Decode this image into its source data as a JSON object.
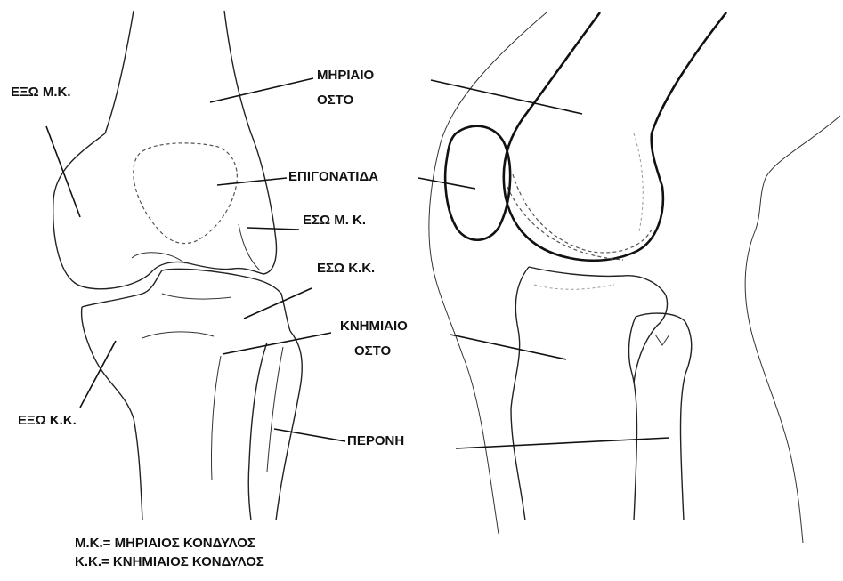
{
  "labels": {
    "eksw_mk": "ΕΞΩ Μ.Κ.",
    "mhriaio_line1": "ΜΗΡΙΑΙΟ",
    "mhriaio_line2": "ΟΣΤΟ",
    "epigonatida": "ΕΠΙΓΟΝΑΤΙΔΑ",
    "esw_mk": "ΕΣΩ Μ. Κ.",
    "esw_kk": "ΕΣΩ Κ.Κ.",
    "knhmiaio_line1": "ΚΝΗΜΙΑΙΟ",
    "knhmiaio_line2": "ΟΣΤΟ",
    "eksw_kk": "ΕΞΩ Κ.Κ.",
    "peronh": "ΠΕΡΟΝΗ"
  },
  "legend": {
    "line1": "Μ.Κ.= ΜΗΡΙΑΙΟΣ ΚΟΝΔΥΛΟΣ",
    "line2": "Κ.Κ.= ΚΝΗΜΙΑΙΟΣ ΚΟΝΔΥΛΟΣ"
  }
}
